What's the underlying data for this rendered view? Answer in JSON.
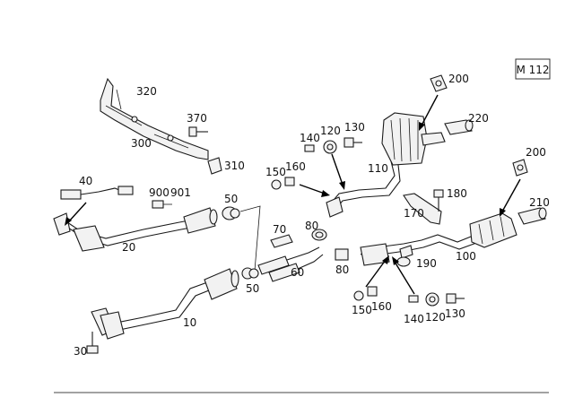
{
  "model_tag": "M 112",
  "callouts": [
    {
      "id": "320",
      "text": "320"
    },
    {
      "id": "370",
      "text": "370"
    },
    {
      "id": "300",
      "text": "300"
    },
    {
      "id": "310",
      "text": "310"
    },
    {
      "id": "40",
      "text": "40"
    },
    {
      "id": "900",
      "text": "900"
    },
    {
      "id": "901",
      "text": "901"
    },
    {
      "id": "20",
      "text": "20"
    },
    {
      "id": "50a",
      "text": "50"
    },
    {
      "id": "50b",
      "text": "50"
    },
    {
      "id": "10",
      "text": "10"
    },
    {
      "id": "30",
      "text": "30"
    },
    {
      "id": "70",
      "text": "70"
    },
    {
      "id": "60",
      "text": "60"
    },
    {
      "id": "80a",
      "text": "80"
    },
    {
      "id": "80b",
      "text": "80"
    },
    {
      "id": "140a",
      "text": "140"
    },
    {
      "id": "120a",
      "text": "120"
    },
    {
      "id": "130a",
      "text": "130"
    },
    {
      "id": "150a",
      "text": "150"
    },
    {
      "id": "160a",
      "text": "160"
    },
    {
      "id": "110",
      "text": "110"
    },
    {
      "id": "200a",
      "text": "200"
    },
    {
      "id": "220",
      "text": "220"
    },
    {
      "id": "200b",
      "text": "200"
    },
    {
      "id": "210",
      "text": "210"
    },
    {
      "id": "180",
      "text": "180"
    },
    {
      "id": "170",
      "text": "170"
    },
    {
      "id": "190",
      "text": "190"
    },
    {
      "id": "100",
      "text": "100"
    },
    {
      "id": "150b",
      "text": "150"
    },
    {
      "id": "160b",
      "text": "160"
    },
    {
      "id": "140b",
      "text": "140"
    },
    {
      "id": "120b",
      "text": "120"
    },
    {
      "id": "130b",
      "text": "130"
    }
  ]
}
